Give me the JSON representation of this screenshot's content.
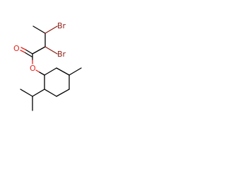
{
  "molecule": {
    "atom_labels": {
      "oxygen_carbonyl": "O",
      "oxygen_ester": "O",
      "bromine_upper": "Br",
      "bromine_lower": "Br"
    },
    "colors": {
      "bond": "#000000",
      "oxygen": "#e8231b",
      "bromine": "#8b1f14",
      "background": "#ffffff"
    }
  }
}
